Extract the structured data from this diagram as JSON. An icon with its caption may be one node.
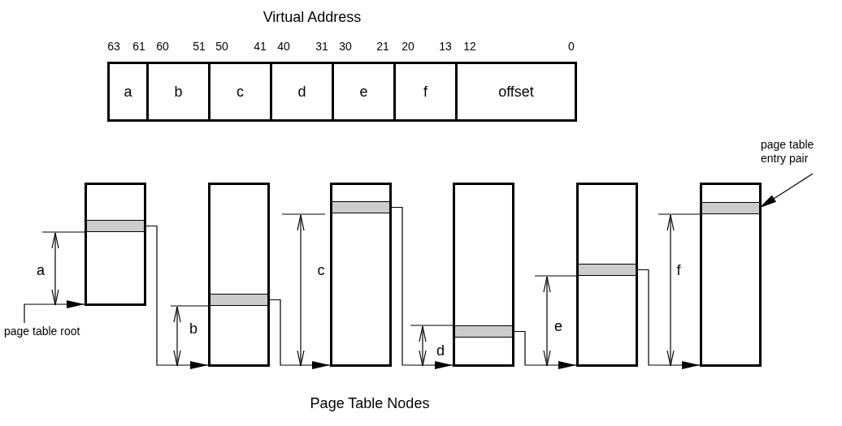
{
  "diagram": {
    "caption": "Page Table Nodes",
    "nodes": [
      {
        "text": [
          "Virtual Address"
        ]
      },
      {
        "text": [
          "a"
        ],
        "in": 0
      },
      {
        "text": [
          "b"
        ],
        "in": 0
      },
      {
        "text": [
          "c"
        ],
        "in": 0
      },
      {
        "text": [
          "d"
        ],
        "in": 0
      },
      {
        "text": [
          "e"
        ],
        "in": 0
      },
      {
        "text": [
          "f"
        ],
        "in": 0
      },
      {
        "text": [
          "offset"
        ],
        "in": 0
      },
      {
        "text": [],
        "shape": "box"
      },
      {
        "text": [],
        "shape": "bar",
        "in": 8
      },
      {
        "text": [],
        "shape": "box"
      },
      {
        "text": [],
        "shape": "bar",
        "in": 10
      },
      {
        "text": [],
        "shape": "box"
      },
      {
        "text": [],
        "shape": "bar",
        "in": 12
      },
      {
        "text": [],
        "shape": "box"
      },
      {
        "text": [],
        "shape": "bar",
        "in": 14
      },
      {
        "text": [],
        "shape": "box"
      },
      {
        "text": [],
        "shape": "bar",
        "in": 16
      },
      {
        "text": [],
        "shape": "box"
      },
      {
        "text": [],
        "shape": "bar",
        "in": 18
      },
      {
        "text": [
          "page table root"
        ]
      },
      {
        "text": [
          "page table entry pair"
        ]
      }
    ],
    "edges": [
      {
        "from": 20,
        "to": 8,
        "arrow": "to"
      },
      {
        "from": 9,
        "to": 10,
        "arrow": "to"
      },
      {
        "from": 11,
        "to": 12,
        "arrow": "to"
      },
      {
        "from": 13,
        "to": 14,
        "arrow": "to"
      },
      {
        "from": 15,
        "to": 16,
        "arrow": "to"
      },
      {
        "from": 17,
        "to": 18,
        "arrow": "to"
      },
      {
        "from": 21,
        "to": 19,
        "arrow": "to"
      }
    ],
    "labels": [
      "63",
      "61",
      "60",
      "51",
      "50",
      "41",
      "40",
      "31",
      "30",
      "21",
      "20",
      "13",
      "12",
      "0",
      "a",
      "b",
      "c",
      "d",
      "e",
      "f"
    ]
  }
}
